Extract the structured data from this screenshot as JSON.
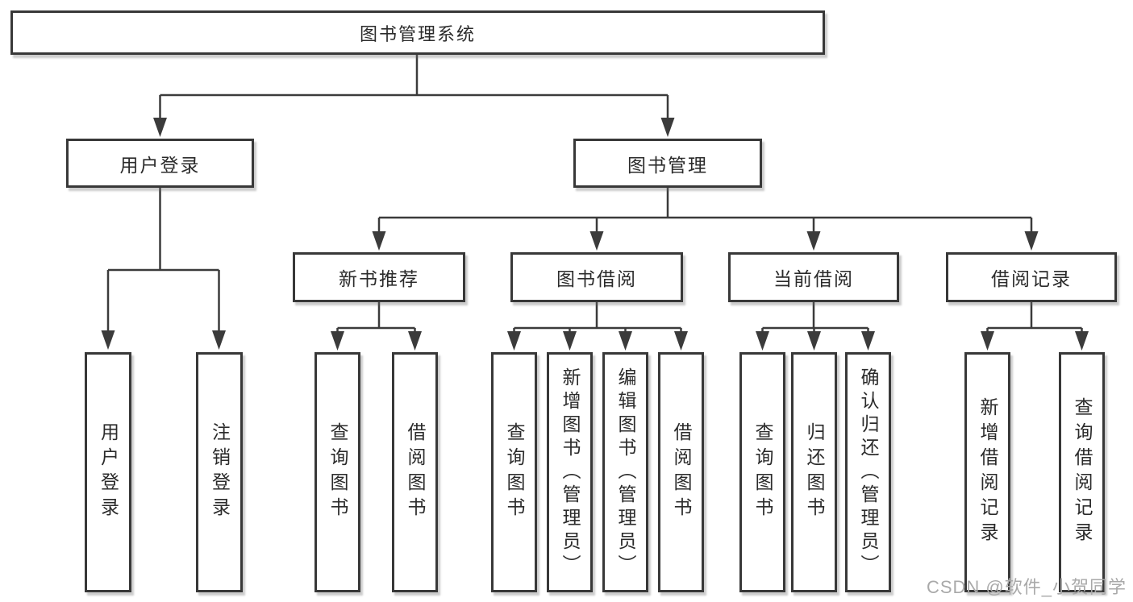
{
  "diagram": {
    "root": {
      "label": "图书管理系统"
    },
    "level2": [
      {
        "label": "用户登录"
      },
      {
        "label": "图书管理"
      }
    ],
    "level3": [
      {
        "label": "新书推荐"
      },
      {
        "label": "图书借阅"
      },
      {
        "label": "当前借阅"
      },
      {
        "label": "借阅记录"
      }
    ],
    "leaves": {
      "user_login": [
        {
          "label": "用户登录"
        },
        {
          "label": "注销登录"
        }
      ],
      "new_book": [
        {
          "label": "查询图书"
        },
        {
          "label": "借阅图书"
        }
      ],
      "book_borrow": [
        {
          "label": "查询图书"
        },
        {
          "label": "新增图书（管理员）"
        },
        {
          "label": "编辑图书（管理员）"
        },
        {
          "label": "借阅图书"
        }
      ],
      "current_borrow": [
        {
          "label": "查询图书"
        },
        {
          "label": "归还图书"
        },
        {
          "label": "确认归还（管理员）"
        }
      ],
      "borrow_record": [
        {
          "label": "新增借阅记录"
        },
        {
          "label": "查询借阅记录"
        }
      ]
    }
  },
  "watermark": {
    "text": "CSDN @软件_小贺同学"
  },
  "colors": {
    "line": "#3b3b3b",
    "box_border": "#383838",
    "text": "#2b2b2b",
    "background": "#ffffff",
    "watermark": "#a9a9a9"
  }
}
